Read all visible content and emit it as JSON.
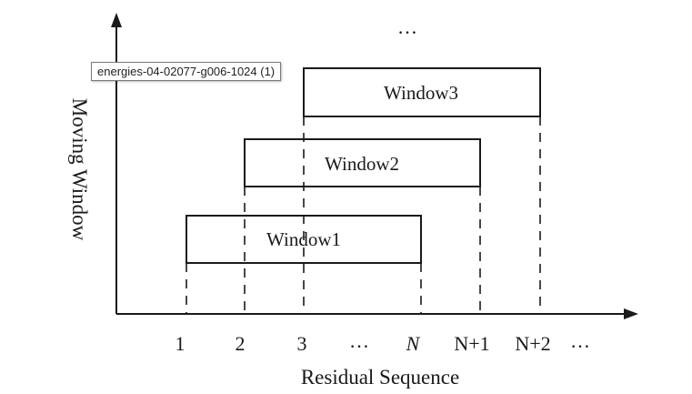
{
  "diagram": {
    "y_axis_label": "Moving Window",
    "x_axis_label": "Residual Sequence",
    "top_ellipsis": "…",
    "windows": [
      {
        "label": "Window1",
        "start": "1",
        "end": "N"
      },
      {
        "label": "Window2",
        "start": "2",
        "end": "N+1"
      },
      {
        "label": "Window3",
        "start": "3",
        "end": "N+2"
      }
    ],
    "x_ticks": [
      "1",
      "2",
      "3",
      "…",
      "N",
      "N+1",
      "N+2",
      "…"
    ]
  },
  "tooltip": {
    "text": "energies-04-02077-g006-1024 (1)"
  }
}
